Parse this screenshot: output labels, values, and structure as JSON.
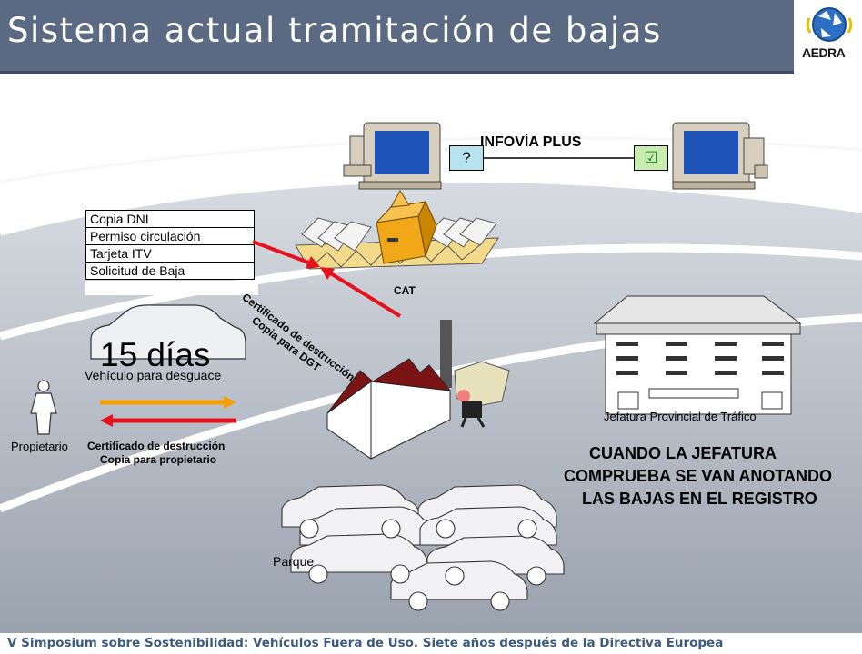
{
  "header": {
    "title": "Sistema actual tramitación de bajas"
  },
  "logo": {
    "text": "AEDRA",
    "icon": "recycling-globe-icon"
  },
  "network": {
    "label": "INFOVÍA PLUS",
    "query_symbol": "?",
    "check_symbol": "☑"
  },
  "documents": {
    "items": [
      "Copia DNI",
      "Permiso circulación",
      "Tarjeta ITV",
      "Solicitud de Baja"
    ]
  },
  "cat": {
    "label": "CAT"
  },
  "cat_to_dgt": {
    "line1": "Certificado de destrucción",
    "line2": "Copia para DGT"
  },
  "vehicle": {
    "days": "15 días",
    "label": "Vehículo para desguace"
  },
  "owner": {
    "label": "Propietario"
  },
  "owner_certificate": {
    "line1": "Certificado de destrucción",
    "line2": "Copia para propietario"
  },
  "jefatura": {
    "label": "Jefatura Provincial de Tráfico"
  },
  "note": {
    "lines": [
      "CUANDO LA JEFATURA",
      "COMPRUEBA SE VAN ANOTANDO",
      "LAS BAJAS EN EL REGISTRO"
    ]
  },
  "car_park": {
    "label": "Parque"
  },
  "footer": {
    "text": "V Simposium sobre Sostenibilidad: Vehículos Fuera de Uso. Siete años después de la Directiva Europea"
  },
  "colors": {
    "header_bg": "#5a6a82",
    "footer_text": "#3d5a80",
    "arrow_red": "#e8101a",
    "arrow_orange": "#f5a000",
    "factory_roof": "#7a1414"
  }
}
